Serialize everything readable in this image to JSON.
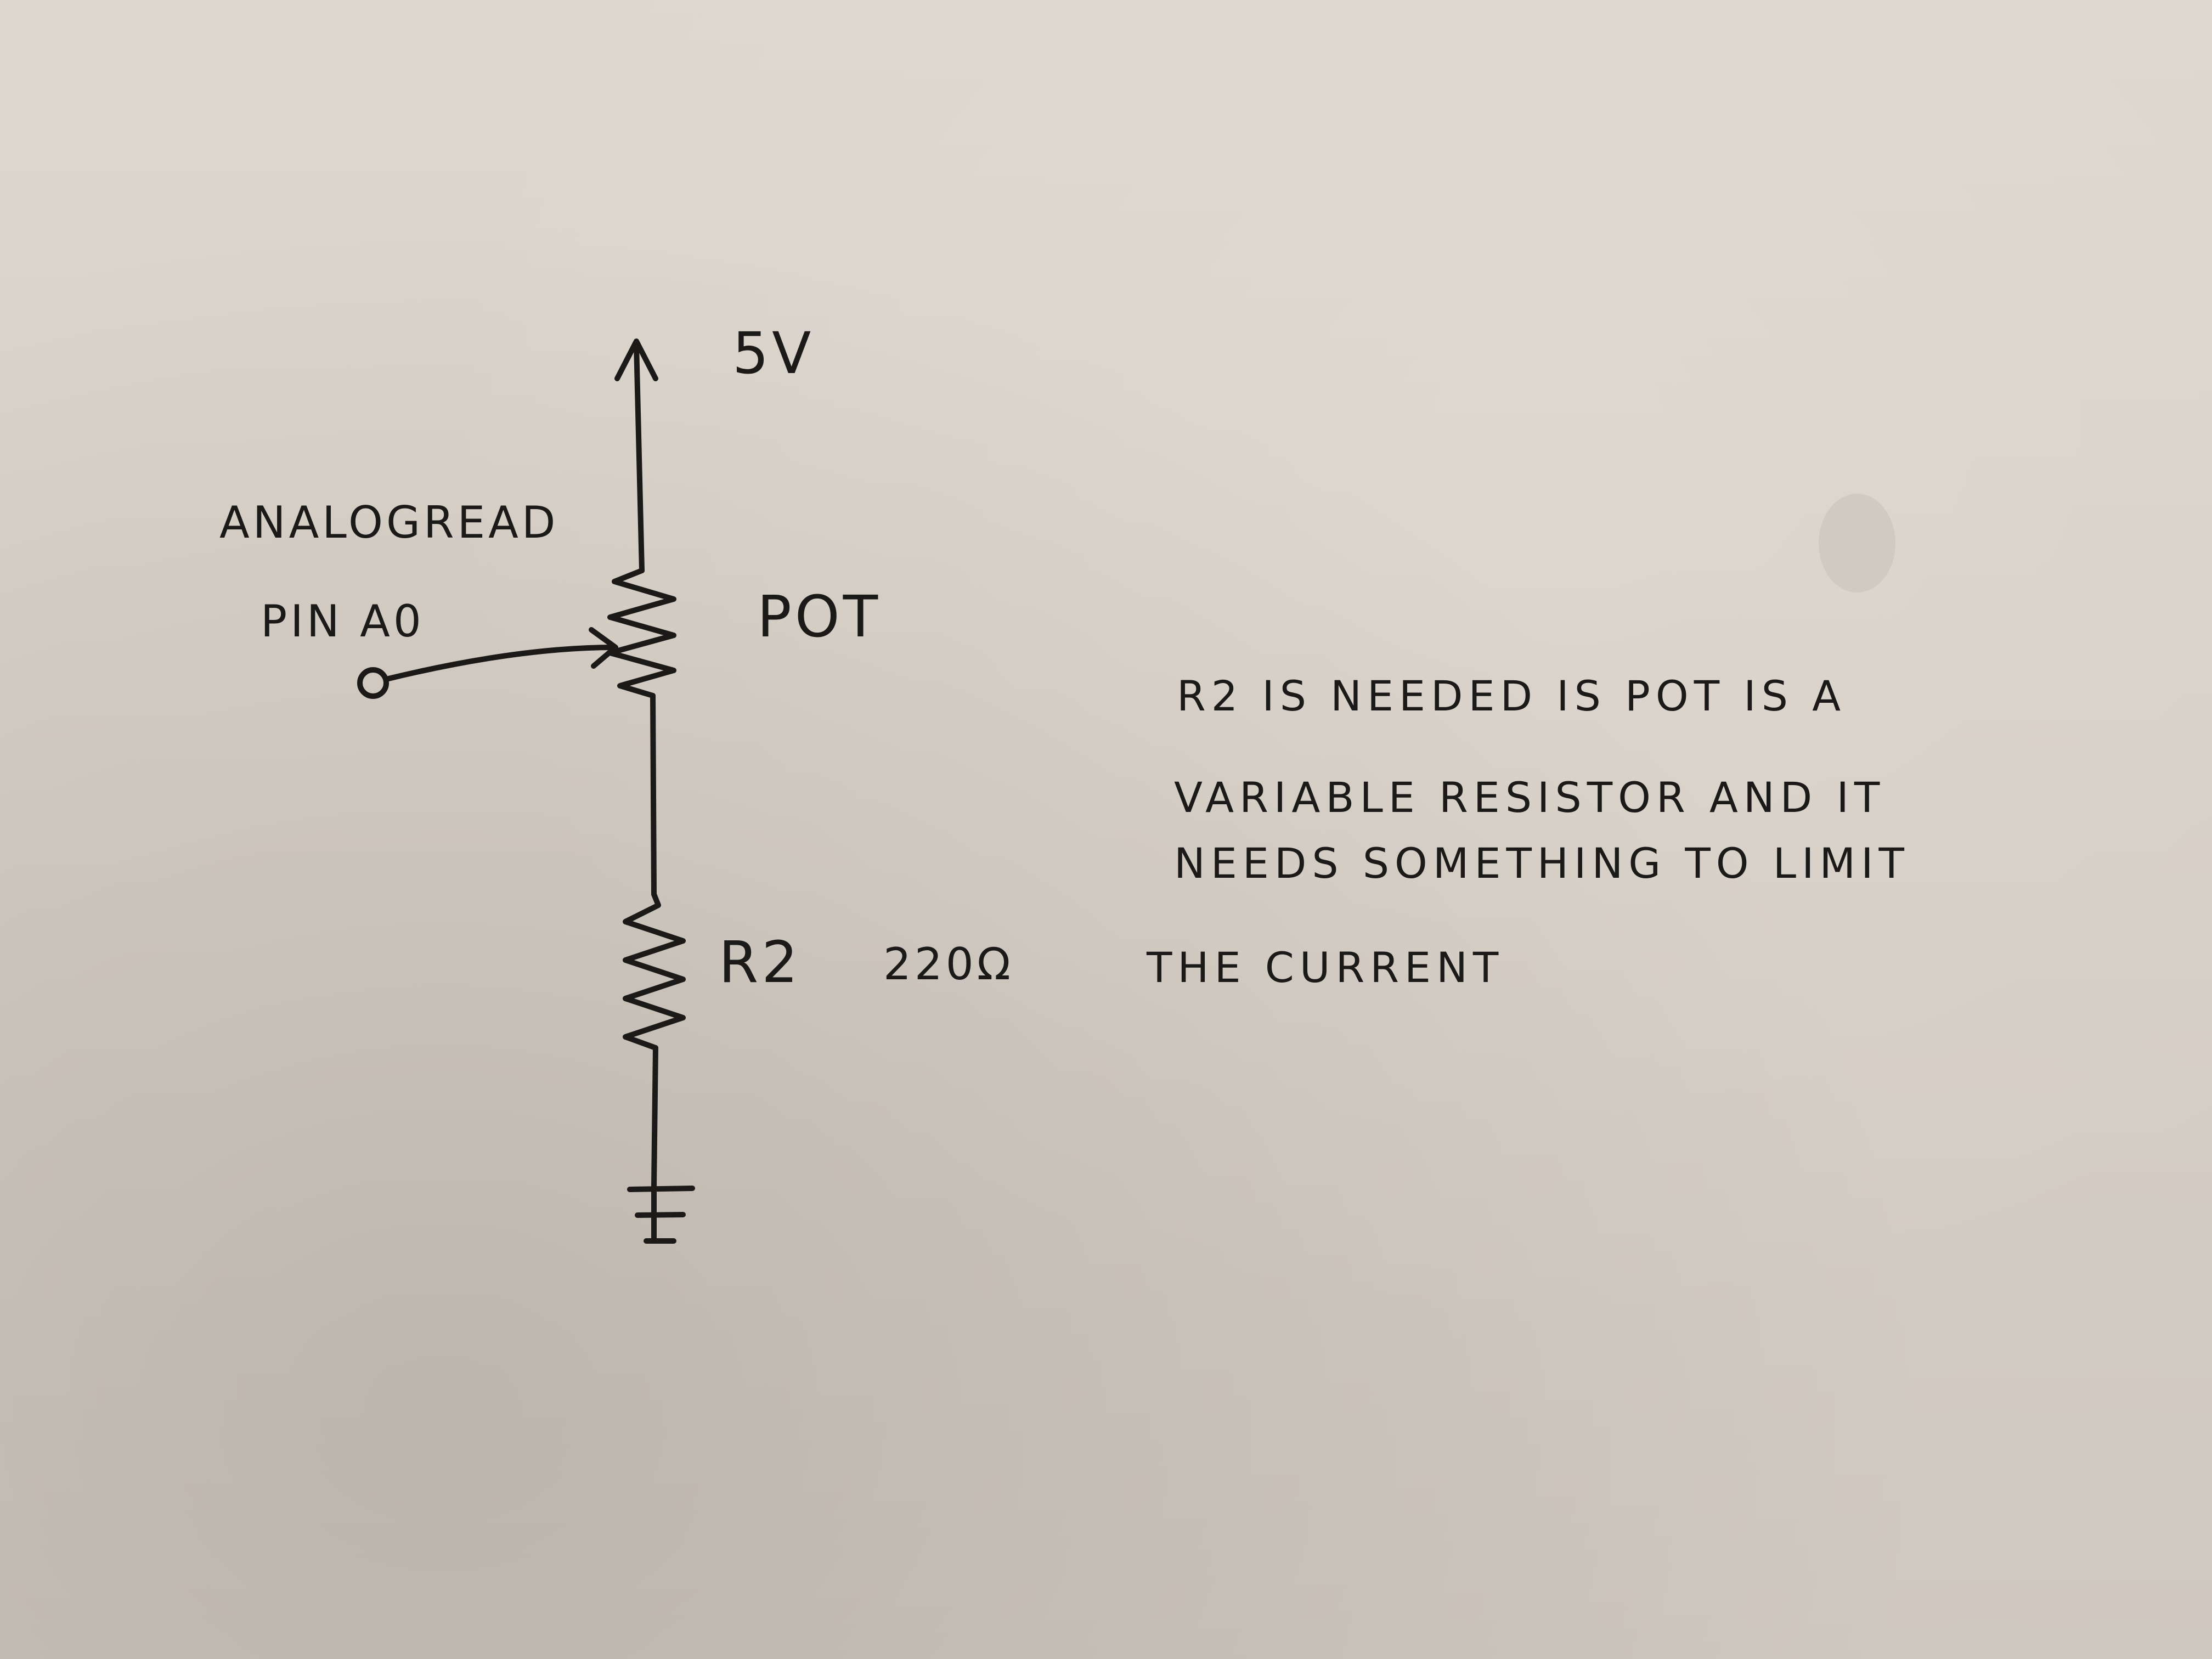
{
  "schematic": {
    "supply_label": "5V",
    "input_label_line1": "ANALOGREAD",
    "input_label_line2": "PIN A0",
    "pot_label": "POT",
    "resistor_label": "R2",
    "resistor_value": "220Ω"
  },
  "note": {
    "line1": "R2 IS NEEDED IS POT IS A",
    "line2": "VARIABLE RESISTOR AND IT",
    "line3": "NEEDS SOMETHING TO LIMIT",
    "line4": "THE CURRENT"
  }
}
